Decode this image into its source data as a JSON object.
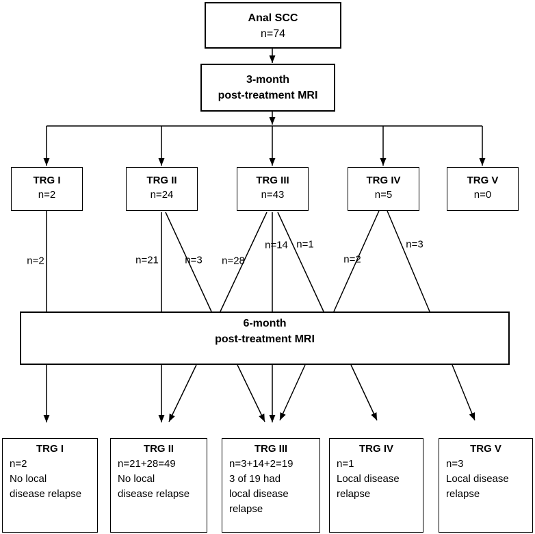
{
  "colors": {
    "ink": "#000000",
    "background": "#ffffff"
  },
  "nodes": {
    "anal_scc": {
      "title": "Anal SCC",
      "n": "n=74"
    },
    "mri_3month": {
      "line1": "3-month",
      "line2": "post-treatment MRI"
    },
    "trg_3month": [
      {
        "title": "TRG I",
        "n": "n=2"
      },
      {
        "title": "TRG II",
        "n": "n=24"
      },
      {
        "title": "TRG III",
        "n": "n=43"
      },
      {
        "title": "TRG IV",
        "n": "n=5"
      },
      {
        "title": "TRG V",
        "n": "n=0"
      }
    ],
    "mri_6month": {
      "line1": "6-month",
      "line2": "post-treatment MRI"
    },
    "trg_6month": [
      {
        "title": "TRG I",
        "lines": [
          "n=2",
          "No local",
          "disease relapse"
        ]
      },
      {
        "title": "TRG II",
        "lines": [
          "n=21+28=49",
          "No local",
          "disease relapse"
        ]
      },
      {
        "title": "TRG III",
        "lines": [
          "n=3+14+2=19",
          "3 of 19 had",
          "local disease",
          "relapse"
        ]
      },
      {
        "title": "TRG IV",
        "lines": [
          "n=1",
          "Local disease",
          "relapse"
        ]
      },
      {
        "title": "TRG V",
        "lines": [
          "n=3",
          "Local disease",
          "relapse"
        ]
      }
    ]
  },
  "edge_labels": [
    {
      "text": "n=2"
    },
    {
      "text": "n=21"
    },
    {
      "text": "n=3"
    },
    {
      "text": "n=28"
    },
    {
      "text": "n=14"
    },
    {
      "text": "n=1"
    },
    {
      "text": "n=2"
    },
    {
      "text": "n=3"
    }
  ]
}
